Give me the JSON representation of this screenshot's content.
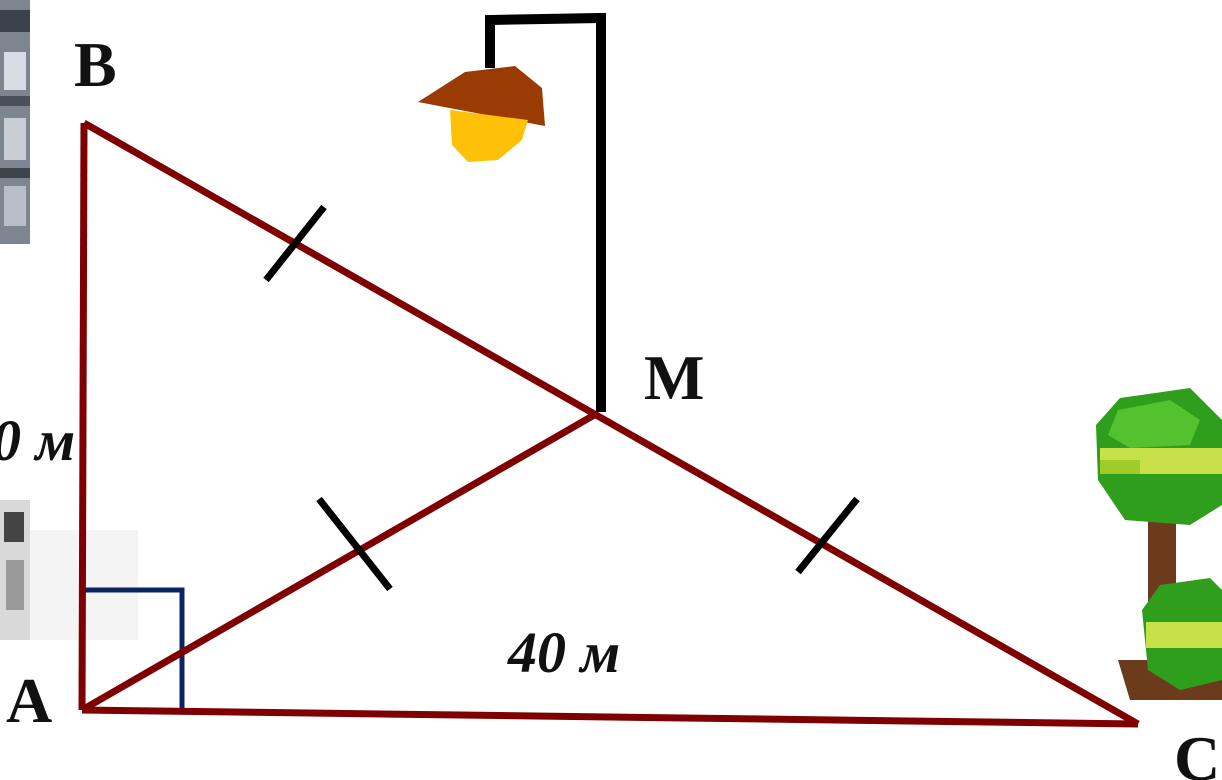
{
  "vertices": {
    "a": "A",
    "b": "B",
    "c": "C",
    "m": "M"
  },
  "measures": {
    "ab": "0 м",
    "ac": "40 м"
  },
  "colors": {
    "triangle_edge": "#7f0000",
    "right_angle_mark": "#0a2463",
    "tick_mark": "#000000",
    "lamp_post": "#000000",
    "lamp_shade": "#9a3a05",
    "lamp_light": "#ffc107",
    "tree_foliage": "#2e9e1c",
    "tree_highlight": "#c8e04a",
    "tree_trunk": "#6b3b1c",
    "background": "#ffffff"
  },
  "icons": {
    "street_lamp": "street-lamp-icon",
    "tree_upper": "tree-icon",
    "tree_lower": "bush-icon",
    "building_top": "building-fragment-icon",
    "building_bottom": "building-fragment-icon"
  }
}
